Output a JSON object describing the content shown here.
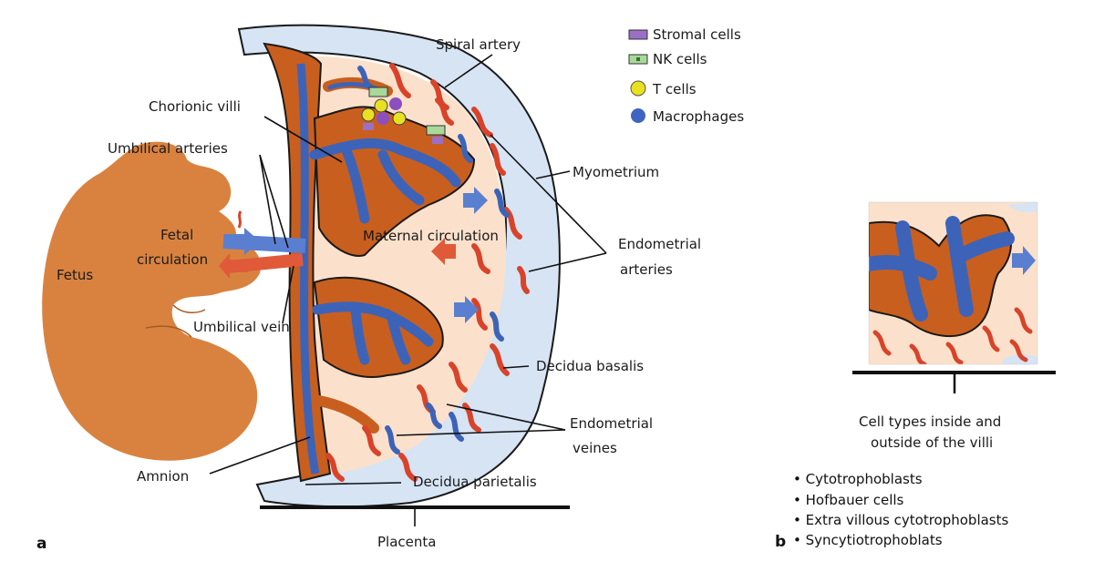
{
  "panel_a": {
    "letter": "a",
    "labels": {
      "spiral_artery": "Spiral artery",
      "chorionic_villi": "Chorionic villi",
      "umbilical_arteries": "Umbilical arteries",
      "myometrium": "Myometrium",
      "fetal_circulation_line1": "Fetal",
      "fetal_circulation_line2": "circulation",
      "maternal_circulation": "Maternal circulation",
      "fetus": "Fetus",
      "endometrial_arteries_line1": "Endometrial",
      "endometrial_arteries_line2": "arteries",
      "umbilical_vein": "Umbilical vein",
      "decidua_basalis": "Decidua basalis",
      "endometrial_veines_line1": "Endometrial",
      "endometrial_veines_line2": "veines",
      "amnion": "Amnion",
      "decidua_parietalis": "Decidua parietalis",
      "placenta": "Placenta"
    },
    "legend": [
      {
        "label": "Stromal cells",
        "icon": "stromal-cell-icon",
        "color": "#9b6fc4"
      },
      {
        "label": "NK cells",
        "icon": "nk-cell-icon",
        "color": "#a8d89a"
      },
      {
        "label": "T cells",
        "icon": "t-cell-icon",
        "color": "#e8e020"
      },
      {
        "label": "Macrophages",
        "icon": "macrophage-icon",
        "color": "#3f63c0"
      }
    ]
  },
  "panel_b": {
    "letter": "b",
    "caption_line1": "Cell types inside and",
    "caption_line2": "outside of the villi",
    "bullets": [
      "Cytotrophoblasts",
      "Hofbauer cells",
      "Extra villous cytotrophoblasts",
      "Syncytiotrophoblats"
    ]
  },
  "colors": {
    "fetus": "#d9823f",
    "decidua": "#d6e4f4",
    "villus_tissue": "#fbe1cb",
    "villus_orange": "#c95f1e",
    "blue_vessel": "#3d63b8",
    "red_vessel": "#d8432a"
  }
}
